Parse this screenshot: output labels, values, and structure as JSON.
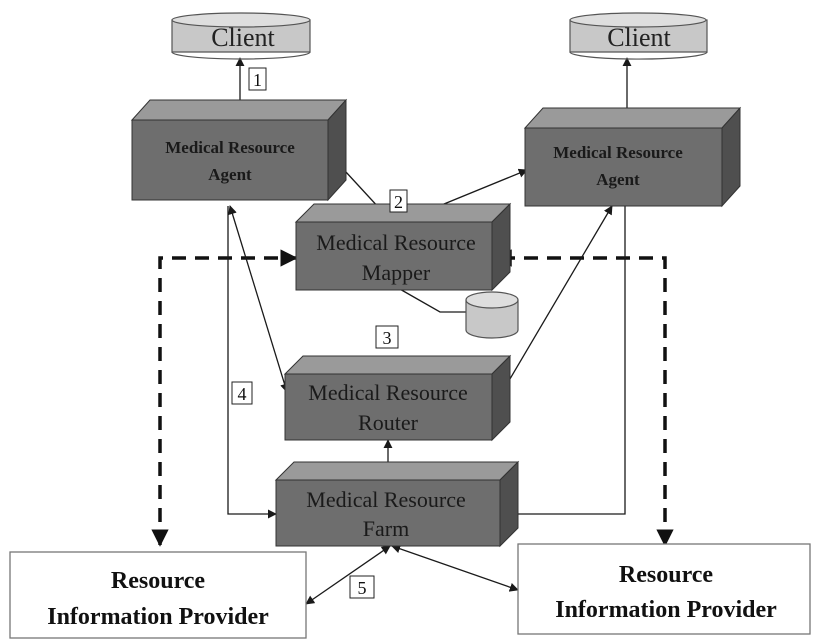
{
  "clients": [
    {
      "label": "Client"
    },
    {
      "label": "Client"
    }
  ],
  "agents": [
    {
      "line1": "Medical Resource",
      "line2": "Agent"
    },
    {
      "line1": "Medical Resource",
      "line2": "Agent"
    }
  ],
  "mapper": {
    "line1": "Medical Resource",
    "line2": "Mapper"
  },
  "router": {
    "line1": "Medical Resource",
    "line2": "Router"
  },
  "farm": {
    "line1": "Medical Resource",
    "line2": "Farm"
  },
  "providers": [
    {
      "line1": "Resource",
      "line2": "Information Provider"
    },
    {
      "line1": "Resource",
      "line2": "Information Provider"
    }
  ],
  "steps": [
    "1",
    "2",
    "3",
    "4",
    "5"
  ],
  "colors": {
    "box_front": "#6e6e6e",
    "box_top": "#9a9a9a",
    "box_side": "#4f4f4f",
    "cylinder": "#c8c8c8",
    "line": "#1a1a1a"
  }
}
